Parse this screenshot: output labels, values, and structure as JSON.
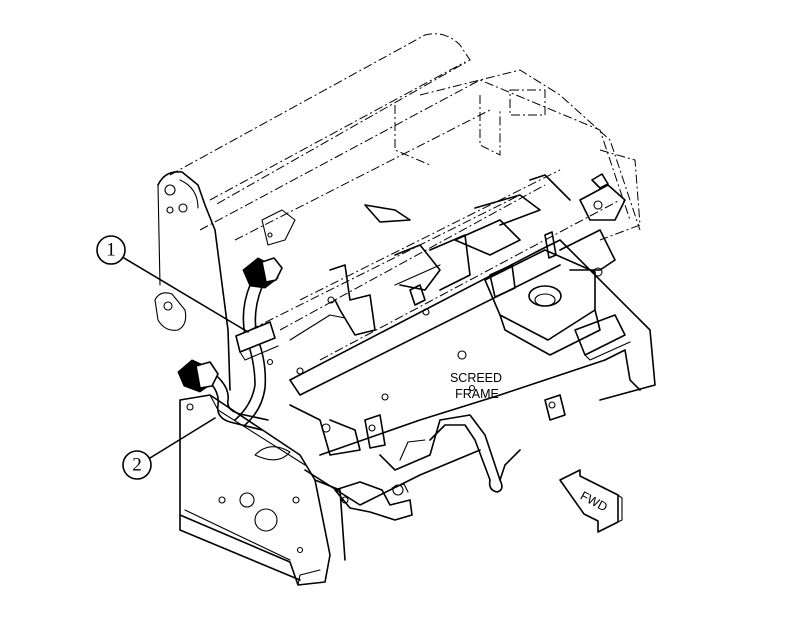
{
  "callouts": [
    {
      "id": "1"
    },
    {
      "id": "2"
    }
  ],
  "labels": {
    "screed_line1": "SCREED",
    "screed_line2": "FRAME",
    "fwd": "FWD"
  }
}
